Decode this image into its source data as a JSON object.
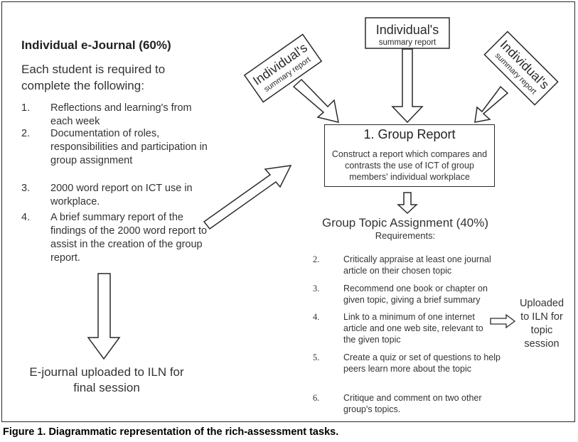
{
  "ejournal": {
    "title": "Individual e-Journal (60%)",
    "intro": "Each student is required to complete the following:",
    "items": [
      {
        "num": "1.",
        "text": "Reflections and learning's from each week"
      },
      {
        "num": "2.",
        "text": "Documentation of roles, responsibilities and participation in group assignment"
      },
      {
        "num": "3.",
        "text": "2000 word report on ICT use in workplace."
      },
      {
        "num": "4.",
        "text": "A brief summary report of the findings of the 2000 word report to assist in the creation of the group report."
      }
    ],
    "upload": "E-journal uploaded to ILN for final session"
  },
  "individual_boxes": [
    {
      "title": "Individual's",
      "subtitle": "summary report"
    },
    {
      "title": "Individual's",
      "subtitle": "summary report"
    },
    {
      "title": "Individual's",
      "subtitle": "summary report"
    }
  ],
  "group_report": {
    "title": "1. Group Report",
    "description": "Construct a report which compares and contrasts the use of ICT of group members' individual workplace"
  },
  "group_topic": {
    "title": "Group Topic Assignment (40%)",
    "requirements_label": "Requirements:",
    "items": [
      {
        "num": "2.",
        "text": "Critically appraise at least one journal article on their chosen topic"
      },
      {
        "num": "3.",
        "text": "Recommend one book or chapter on given topic, giving a brief summary"
      },
      {
        "num": "4.",
        "text": "Link to a minimum of one internet article and one web site, relevant to the given topic"
      },
      {
        "num": "5.",
        "text": "Create a quiz or set of questions to help peers learn more about the topic"
      },
      {
        "num": "6.",
        "text": "Critique and comment on two other group's topics."
      }
    ],
    "upload": "Uploaded to ILN for topic session"
  },
  "caption": "Figure 1. Diagrammatic representation of the rich-assessment tasks."
}
